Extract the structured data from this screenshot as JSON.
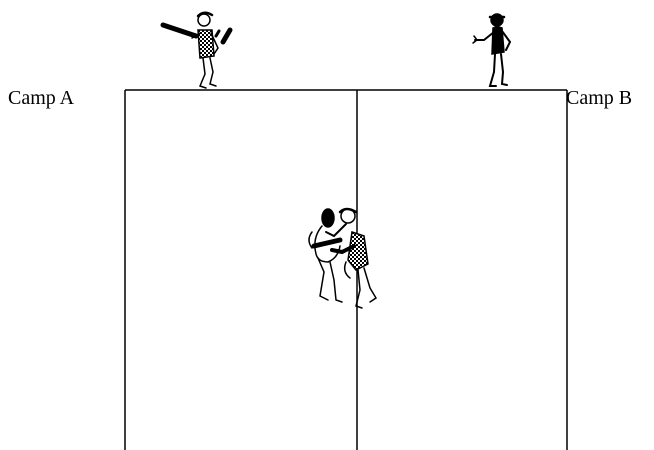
{
  "camps": {
    "a": {
      "label": "Camp A"
    },
    "b": {
      "label": "Camp B"
    }
  },
  "figures": {
    "left_figure": {
      "icon": "person-throwing-icon",
      "pattern": "checkered"
    },
    "right_figure": {
      "icon": "person-pointing-icon",
      "pattern": "solid"
    },
    "center_group": {
      "icon": "people-wrestling-icon"
    }
  },
  "colors": {
    "line": "#000000",
    "background": "#ffffff"
  }
}
